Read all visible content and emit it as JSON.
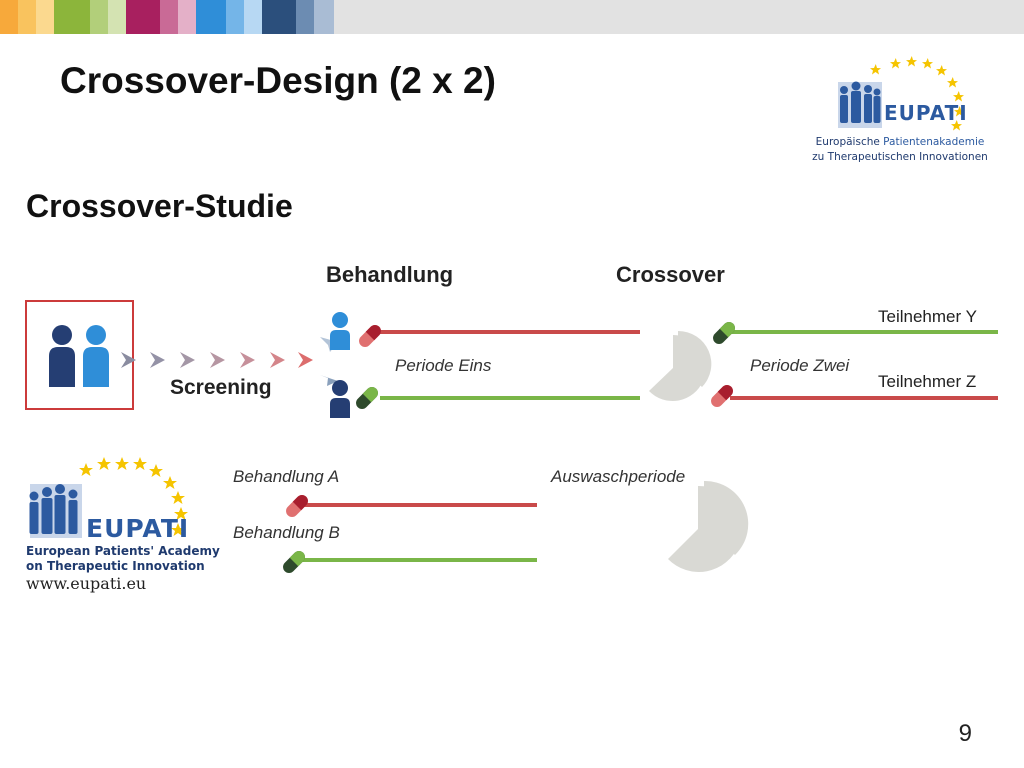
{
  "slide": {
    "title": "Crossover-Design (2 x 2)",
    "subtitle": "Crossover-Studie",
    "page_number": "9"
  },
  "diagram": {
    "treatment_header": "Behandlung",
    "crossover_header": "Crossover",
    "screening_label": "Screening",
    "period_one": "Periode Eins",
    "period_two": "Periode Zwei",
    "participant_y": "Teilnehmer Y",
    "participant_z": "Teilnehmer Z"
  },
  "legend": {
    "treatment_a": "Behandlung A",
    "treatment_b": "Behandlung B",
    "washout": "Auswaschperiode"
  },
  "logo_top": {
    "word": "EUPATI",
    "line1_part1": "Europäische ",
    "line1_part2": "Patientenakademie",
    "line2": "zu Therapeutischen Innovationen"
  },
  "logo_bottom": {
    "word": "EUPATI",
    "line1": "European Patients' Academy",
    "line2": "on Therapeutic Innovation",
    "url": "www.eupati.eu"
  },
  "colors": {
    "treatment_a": "#c94a4a",
    "treatment_b": "#7ab648",
    "washout": "#d9d9d4",
    "brand_blue": "#2c5aa0",
    "star_gold": "#f5c400",
    "screening_box": "#cc3b3b"
  }
}
